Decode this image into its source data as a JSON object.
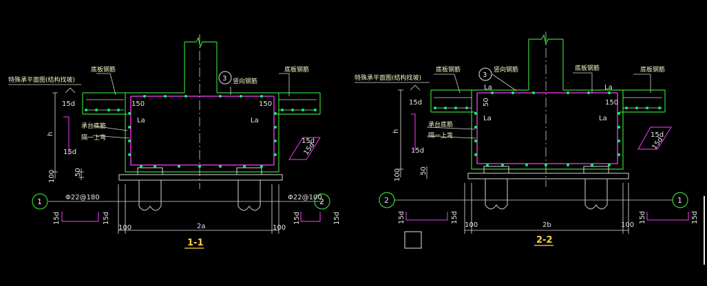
{
  "colors": {
    "background": "#000000",
    "concrete_outline": "#34d634",
    "rebar_cage": "#ff3cff",
    "rebar_dot": "#00ff66",
    "dimension": "#e8e8e8",
    "title": "#ffd24a"
  },
  "section_1": {
    "title": "1-1",
    "label_platform": "特殊承平面图(结构找坡)",
    "label_bottom_rebar_left": "底板钢筋",
    "label_bottom_rebar_right": "底板钢筋",
    "label_vertical_rebar": "竖向钢筋",
    "label_cap_bottom_1": "承台底筋",
    "label_cap_bottom_2": "隔一上弯",
    "circle_callout": "3",
    "axis_left": "1",
    "axis_right": "2",
    "rebar_left": "Φ22@180",
    "rebar_right": "Φ22@100",
    "dim_15d_a": "15d",
    "dim_15d_b": "15d",
    "dim_15d_c": "15d",
    "dim_15d_d": "15d",
    "dim_15d_e": "15d",
    "dim_15d_f": "15d",
    "dim_150_left": "150",
    "dim_150_right": "150",
    "dim_la_left": "La",
    "dim_la_right": "La",
    "dim_h": "h",
    "dim_100_side": "100",
    "dim_50": "50",
    "dim_100_left": "100",
    "dim_2a": "2a",
    "dim_100_right": "100",
    "hook_15d": "15d",
    "hook_15d_b": "15d"
  },
  "section_2": {
    "title": "2-2",
    "label_platform": "特殊承平面图(结构找坡)",
    "label_bottom_rebar_left": "底板钢筋",
    "label_bottom_rebar_right": "底板钢筋",
    "label_vertical_rebar": "竖向钢筋",
    "label_cap_bottom_1": "承台底筋",
    "label_cap_bottom_2": "隔一上弯",
    "circle_callout": "3",
    "axis_left": "2",
    "axis_right": "1",
    "dim_la_top_left": "La",
    "dim_la_top_right": "La",
    "dim_15d_a": "15d",
    "dim_15d_b": "15d",
    "dim_15d_c": "15d",
    "dim_15d_d": "15d",
    "dim_15d_e": "15d",
    "dim_15d_f": "15d",
    "dim_50": "50",
    "dim_150": "150",
    "dim_la_left": "La",
    "dim_la_right": "La",
    "dim_h": "h",
    "dim_100_side": "100",
    "dim_50_side": "50",
    "dim_100_left": "100",
    "dim_2b": "2b",
    "dim_100_right": "100",
    "hook_15d": "15d",
    "hook_15d_b": "15d"
  }
}
